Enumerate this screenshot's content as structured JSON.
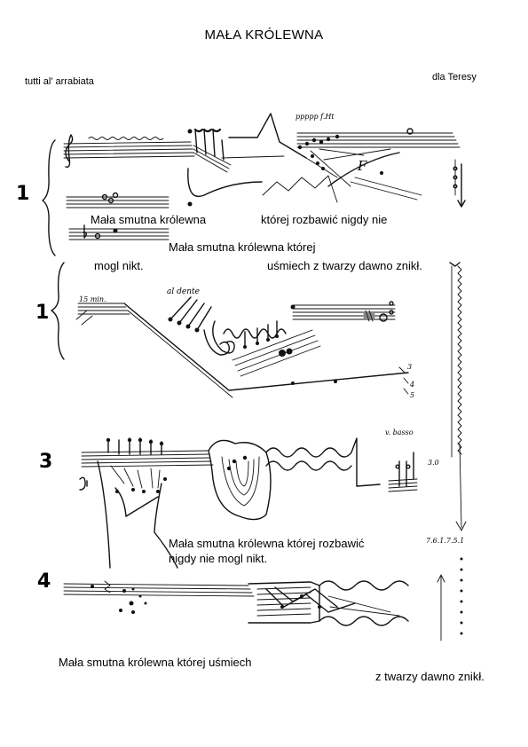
{
  "title": "MAŁA KRÓLEWNA",
  "tempo_marking": "tutti al' arrabiata",
  "dedication": "dla Teresy",
  "systems": [
    {
      "number": "1",
      "annotations": {
        "dynamic": "F",
        "performance": "ppppp f.Ht"
      },
      "lyrics": [
        "Mała smutna królewna",
        "której rozbawić nigdy nie",
        "Mała smutna królewna której",
        "mogl nikt.",
        "uśmiech z twarzy dawno znikł."
      ]
    },
    {
      "number": "1",
      "annotations": {
        "time": "15 min.",
        "performance": "al dente",
        "counts": [
          "3",
          "4",
          "5"
        ]
      }
    },
    {
      "number": "3",
      "annotations": {
        "performance": "v. basso",
        "tempo": "3.0"
      },
      "lyrics": [
        "Mała smutna królewna której rozbawić",
        "nigdy nie mogl nikt."
      ]
    },
    {
      "number": "4",
      "annotations": {
        "sequence": "7.6.1.7.5.1"
      },
      "lyrics": [
        "Mała smutna królewna której uśmiech",
        "z twarzy dawno znikł."
      ]
    }
  ]
}
